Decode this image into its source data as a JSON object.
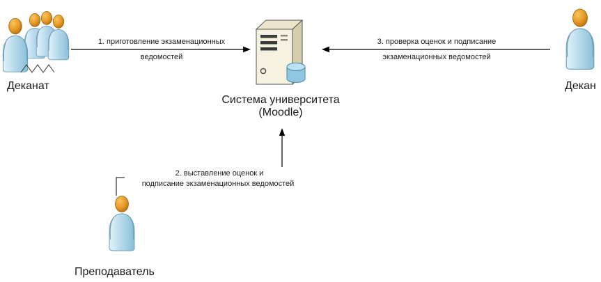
{
  "actors": {
    "dekanat": {
      "label": "Деканат"
    },
    "system": {
      "line1": "Система университета",
      "line2": "(Moodle)"
    },
    "dekan": {
      "label": "Декан"
    },
    "teacher": {
      "label": "Преподаватель"
    }
  },
  "flows": {
    "f1": {
      "line1": "1. приготовление экзаменационных",
      "line2": "ведомостей"
    },
    "f2": {
      "line1": "2. выставление оценок и",
      "line2": "подписание экзаменационных ведомостей"
    },
    "f3": {
      "line1": "3. проверка оценок и подписание",
      "line2": "экзаменационных ведомостей"
    }
  },
  "colors": {
    "person_head": "#e89a26",
    "person_body": "#a9d0e5",
    "server_front": "#f7f2e0",
    "server_top": "#ece5cc",
    "server_side": "#d6cdaa",
    "server_slot": "#3a3a3a",
    "server_stroke": "#555555",
    "db_body": "#8fc7e0",
    "db_top": "#bde2f2",
    "db_stroke": "#4a87a8",
    "line": "#000000"
  }
}
